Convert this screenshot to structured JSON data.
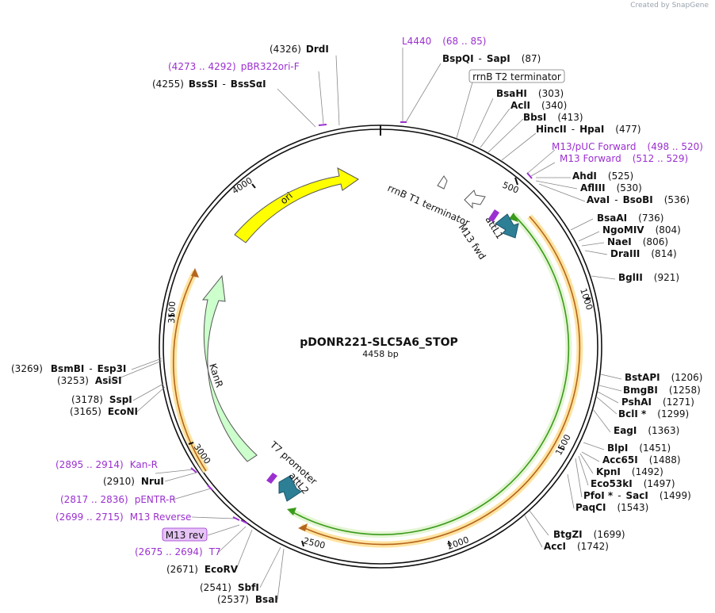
{
  "watermark": "Created by SnapGene",
  "plasmid": {
    "name": "pDONR221-SLC5A6_STOP",
    "length": "4458 bp"
  },
  "ticks": [
    "500",
    "1000",
    "1500",
    "2000",
    "2500",
    "3000",
    "3500",
    "4000"
  ],
  "features": [
    {
      "id": "ori",
      "label": "ori",
      "color": "#ffff00"
    },
    {
      "id": "kanr",
      "label": "KanR",
      "color": "#ccffcc"
    },
    {
      "id": "attl1",
      "label": "attL1"
    },
    {
      "id": "attl2",
      "label": "attL2"
    },
    {
      "id": "m13fwd",
      "label": "M13 fwd"
    },
    {
      "id": "t7prom",
      "label": "T7 promoter"
    },
    {
      "id": "rrnbt1",
      "label": "rrnB T1 terminator"
    },
    {
      "id": "rrnbt2",
      "label": "rrnB T2 terminator"
    },
    {
      "id": "m13rev",
      "label": "M13 rev"
    }
  ],
  "enzymes": [
    {
      "name": "DrdI",
      "pos": "(4326)"
    },
    {
      "name": "BssSI",
      "name2": "BssSαI",
      "pos": "(4255)"
    },
    {
      "name": "BspQI",
      "name2": "SapI",
      "pos": "(87)"
    },
    {
      "name": "BsaHI",
      "pos": "(303)"
    },
    {
      "name": "AclI",
      "pos": "(340)"
    },
    {
      "name": "BbsI",
      "pos": "(413)"
    },
    {
      "name": "HincII",
      "name2": "HpaI",
      "pos": "(477)"
    },
    {
      "name": "AhdI",
      "pos": "(525)"
    },
    {
      "name": "AflIII",
      "pos": "(530)"
    },
    {
      "name": "AvaI",
      "name2": "BsoBI",
      "pos": "(536)"
    },
    {
      "name": "BsaAI",
      "pos": "(736)"
    },
    {
      "name": "NgoMIV",
      "pos": "(804)"
    },
    {
      "name": "NaeI",
      "pos": "(806)"
    },
    {
      "name": "DraIII",
      "pos": "(814)"
    },
    {
      "name": "BglII",
      "pos": "(921)"
    },
    {
      "name": "BstAPI",
      "pos": "(1206)"
    },
    {
      "name": "BmgBI",
      "pos": "(1258)"
    },
    {
      "name": "PshAI",
      "pos": "(1271)"
    },
    {
      "name": "BclI *",
      "pos": "(1299)"
    },
    {
      "name": "EagI",
      "pos": "(1363)"
    },
    {
      "name": "BlpI",
      "pos": "(1451)"
    },
    {
      "name": "Acc65I",
      "pos": "(1488)"
    },
    {
      "name": "KpnI",
      "pos": "(1492)"
    },
    {
      "name": "Eco53kI",
      "pos": "(1497)"
    },
    {
      "name": "PfoI *",
      "name2": "SacI",
      "pos": "(1499)"
    },
    {
      "name": "PaqCI",
      "pos": "(1543)"
    },
    {
      "name": "BtgZI",
      "pos": "(1699)"
    },
    {
      "name": "AccI",
      "pos": "(1742)"
    },
    {
      "name": "BsmBI",
      "name2": "Esp3I",
      "pos": "(3269)"
    },
    {
      "name": "AsiSI",
      "pos": "(3253)"
    },
    {
      "name": "SspI",
      "pos": "(3178)"
    },
    {
      "name": "EcoNI",
      "pos": "(3165)"
    },
    {
      "name": "NruI",
      "pos": "(2910)"
    },
    {
      "name": "EcoRV",
      "pos": "(2671)"
    },
    {
      "name": "SbfI",
      "pos": "(2541)"
    },
    {
      "name": "BsaI",
      "pos": "(2537)"
    }
  ],
  "primers": [
    {
      "name": "pBR322ori-F",
      "range": "(4273 .. 4292)"
    },
    {
      "name": "L4440",
      "range": "(68 .. 85)"
    },
    {
      "name": "M13/pUC Forward",
      "range": "(498 .. 520)"
    },
    {
      "name": "M13 Forward",
      "range": "(512 .. 529)"
    },
    {
      "name": "Kan-R",
      "range": "(2895 .. 2914)"
    },
    {
      "name": "pENTR-R",
      "range": "(2817 .. 2836)"
    },
    {
      "name": "M13 Reverse",
      "range": "(2699 .. 2715)"
    },
    {
      "name": "T7",
      "range": "(2675 .. 2694)"
    }
  ],
  "colors": {
    "primer": "#9b30d0",
    "ori": "#ffff00",
    "kanr": "#ccffcc",
    "att": "#2d7f96",
    "orf_green": "#3a9a1a",
    "orf_orange": "#b5651d",
    "orf_halo": "#ffe3a0"
  }
}
